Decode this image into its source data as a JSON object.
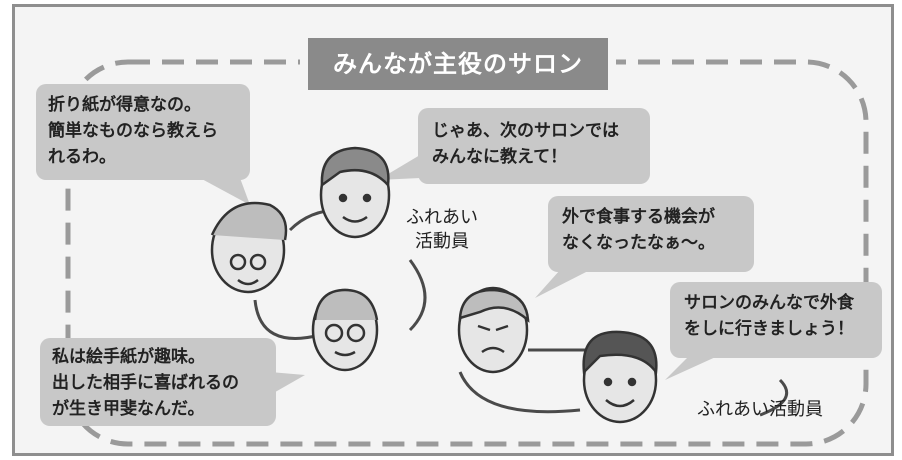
{
  "title": "みんなが主役のサロン",
  "bubbles": {
    "origami": "折り紙が得意なの。\n簡単なものなら教えら\nれるわ。",
    "teach": "じゃあ、次のサロンでは\nみんなに教えて！",
    "etegami": "私は絵手紙が趣味。\n出した相手に喜ばれるの\nが生き甲斐なんだ。",
    "eating_out": "外で食事する機会が\nなくなったなぁ～。",
    "go_eat": "サロンのみんなで外食\nをしに行きましょう！"
  },
  "labels": {
    "staff_left": "ふれあい\n活動員",
    "staff_right": "ふれあい活動員"
  }
}
